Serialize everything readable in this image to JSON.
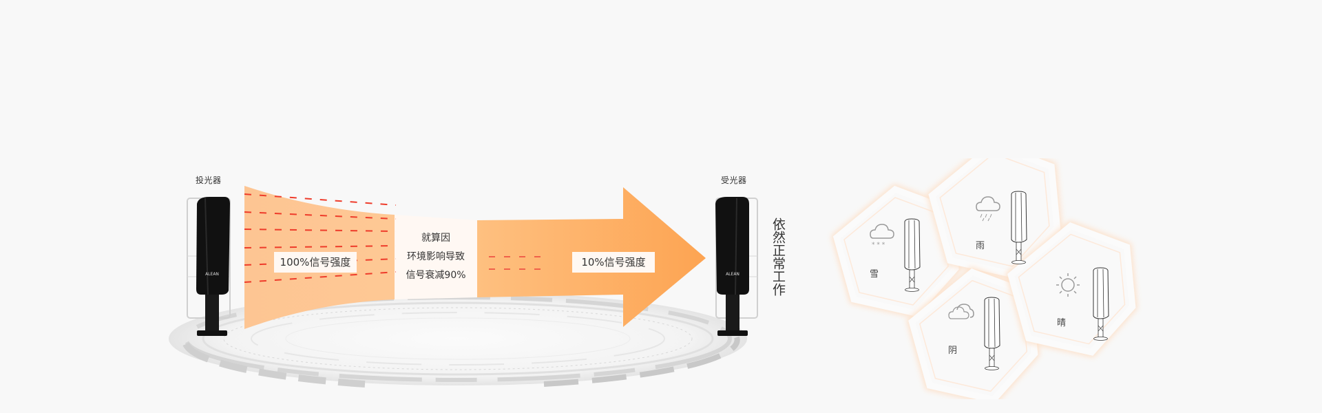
{
  "scene": {
    "background": "#f8f8f8",
    "accent_light": "#fec795",
    "accent_dark": "#fda654",
    "beam_dash_color": "#ee3b2a",
    "brand_on_device": "ALEAN"
  },
  "transmitter": {
    "label": "投光器"
  },
  "receiver": {
    "label": "受光器"
  },
  "beam": {
    "strong_label": "100%信号强度",
    "attenuation_lines": [
      "就算因",
      "环境影响导致",
      "信号衰减90%"
    ],
    "weak_label": "10%信号强度"
  },
  "status_text": "依然正常工作",
  "weather": [
    {
      "key": "snow",
      "label": "雪",
      "icon": "snow-cloud-icon"
    },
    {
      "key": "rain",
      "label": "雨",
      "icon": "rain-cloud-icon"
    },
    {
      "key": "cloudy",
      "label": "阴",
      "icon": "clouds-icon"
    },
    {
      "key": "sunny",
      "label": "晴",
      "icon": "sun-icon"
    }
  ]
}
